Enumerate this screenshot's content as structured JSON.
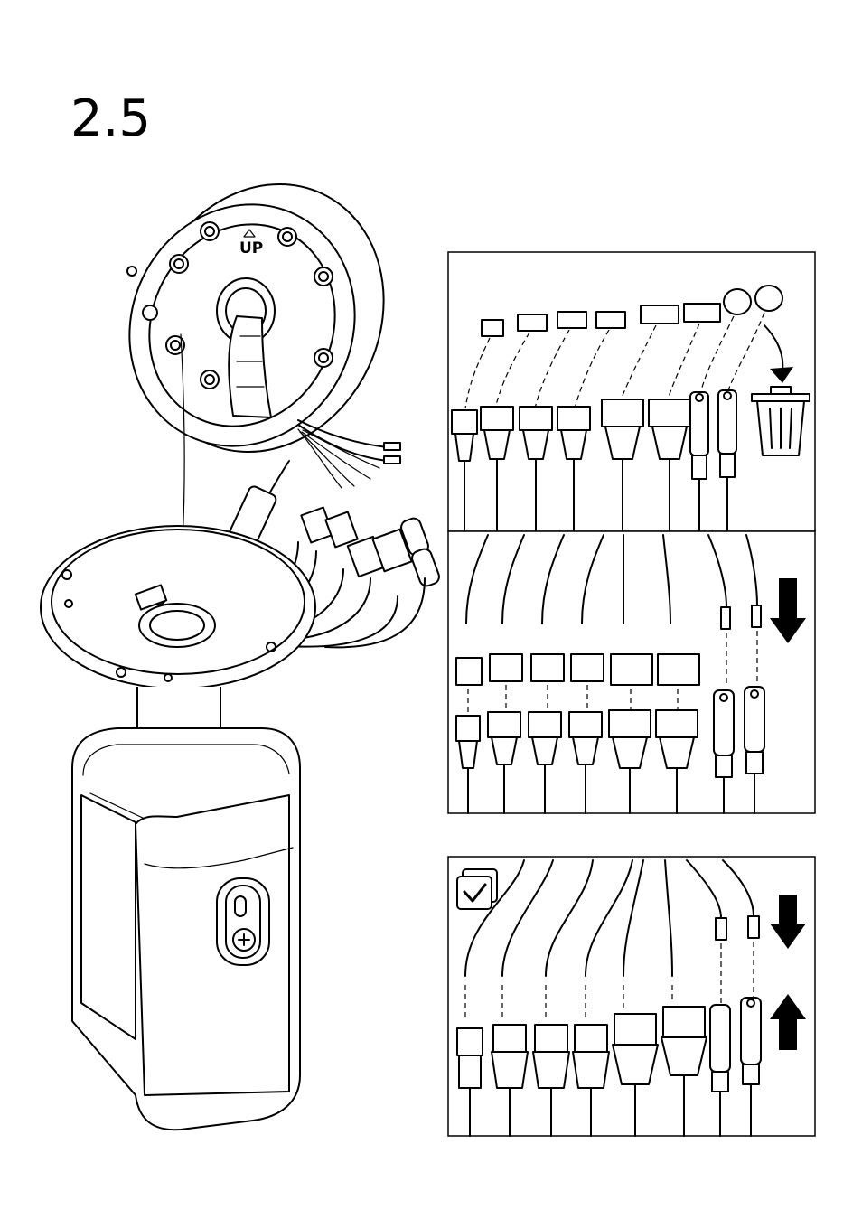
{
  "step": {
    "number": "2.5"
  },
  "mount": {
    "up_label": "UP"
  },
  "icons": {
    "trash": "trash-can-icon",
    "arrow_down": "arrow-down-icon",
    "arrow_up": "arrow-up-icon",
    "check": "checkbox-checked-icon"
  },
  "panels": {
    "top_connectors": [
      "terminal-2pin",
      "terminal-3pin",
      "terminal-3pin",
      "terminal-3pin",
      "terminal-4pin",
      "terminal-4pin",
      "dc-plug",
      "dc-plug"
    ],
    "middle_connectors": [
      "terminal-2pin",
      "terminal-3pin",
      "terminal-3pin",
      "terminal-3pin",
      "terminal-4pin",
      "terminal-4pin",
      "dc-plug",
      "dc-plug"
    ],
    "bottom_connectors": [
      "terminal-2pin",
      "terminal-3pin",
      "terminal-3pin",
      "terminal-3pin",
      "terminal-4pin",
      "terminal-4pin",
      "dc-plug",
      "dc-plug"
    ]
  }
}
